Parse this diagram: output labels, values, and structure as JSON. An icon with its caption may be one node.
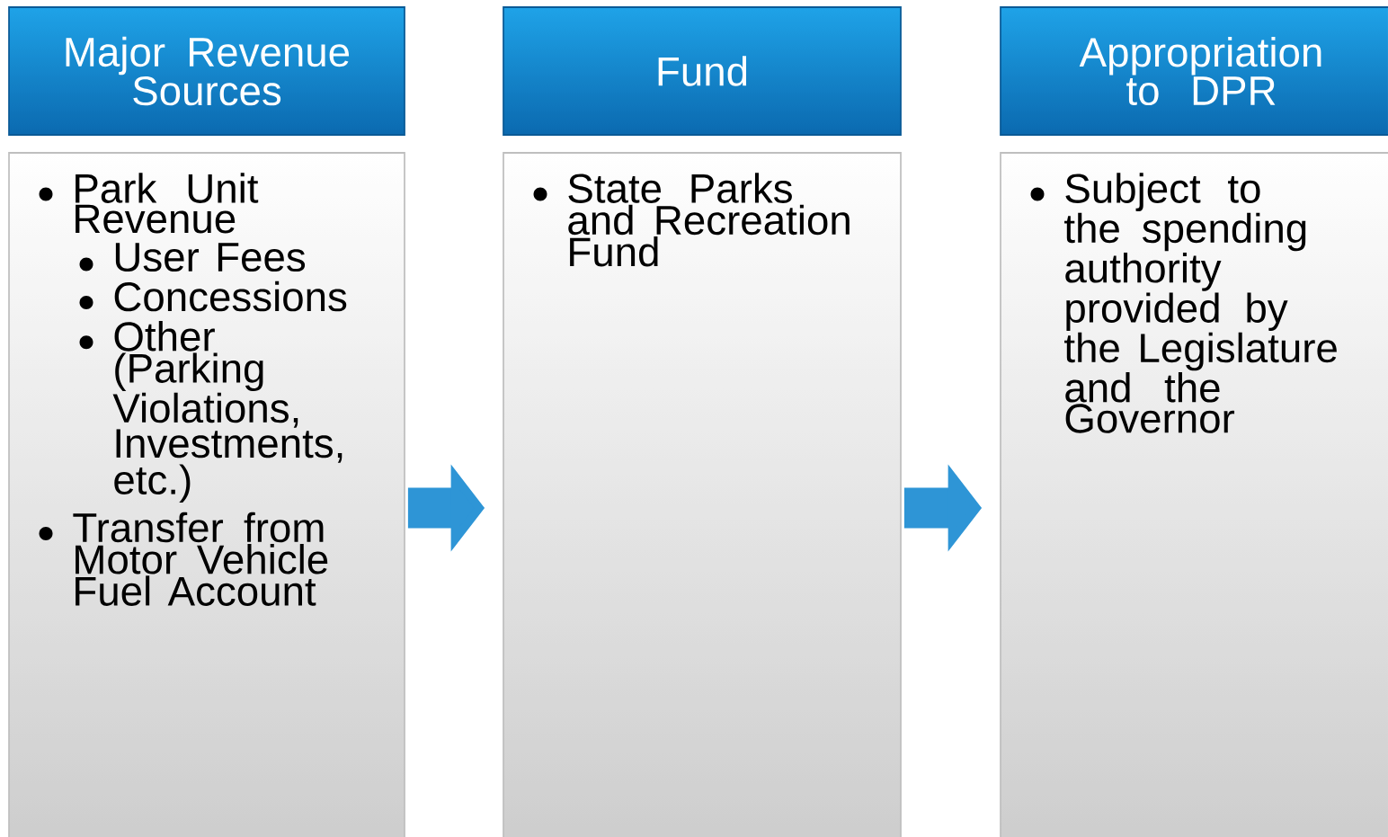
{
  "diagram": {
    "nodes": [
      {
        "text": [
          "Major Revenue Sources"
        ]
      },
      {
        "text": [
          "Park Unit Revenue",
          "User Fees",
          "Concessions",
          "Other (Parking Violations, Investments, etc.)",
          "Transfer from Motor Vehicle Fuel Account"
        ]
      },
      {
        "text": [
          "Fund"
        ]
      },
      {
        "text": [
          "State Parks and Recreation Fund"
        ]
      },
      {
        "text": [
          "Appropriation to DPR"
        ]
      },
      {
        "text": [
          "Subject to the spending authority provided by the Legislature and the Governor"
        ]
      }
    ],
    "edges": [
      {
        "from": 1,
        "to": 3,
        "arrow": "to"
      },
      {
        "from": 3,
        "to": 5,
        "arrow": "to"
      }
    ]
  }
}
